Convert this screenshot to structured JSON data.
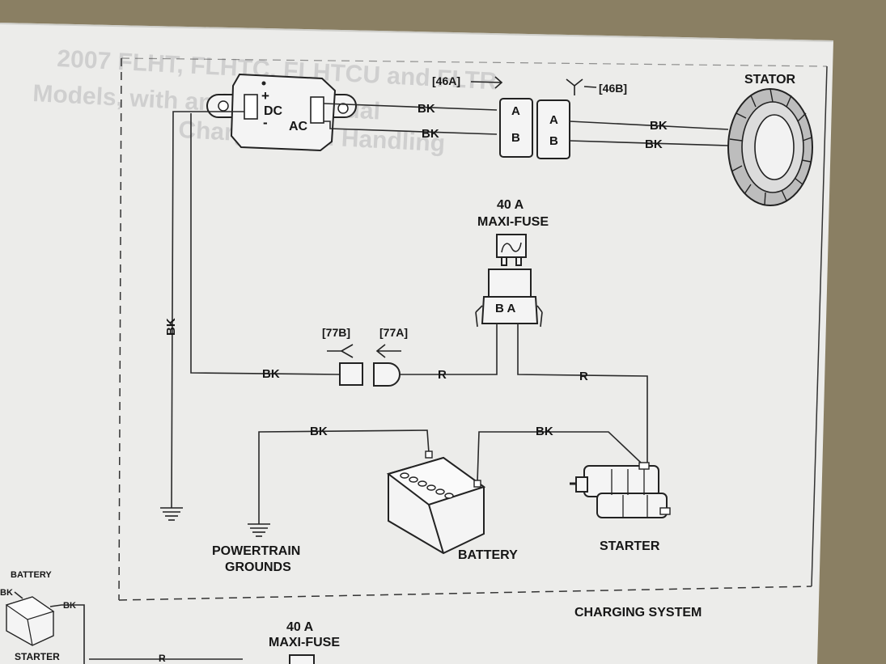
{
  "diagram": {
    "section_title": "CHARGING SYSTEM",
    "bleed_through_text": [
      "2007 FLHT, FLHTC, FLHTCU and FLTR",
      "Models, with and without Dual",
      "Charging and Handling"
    ],
    "components": {
      "stator": "STATOR",
      "regulator_dc": "DC",
      "regulator_ac": "AC",
      "regulator_plus": "+",
      "regulator_minus": "-",
      "maxi_fuse": [
        "40 A",
        "MAXI-FUSE"
      ],
      "battery": "BATTERY",
      "starter": "STARTER",
      "powertrain_grounds": [
        "POWERTRAIN",
        "GROUNDS"
      ]
    },
    "connectors": {
      "c46a": "[46A]",
      "c46b": "[46B]",
      "c77a": "[77A]",
      "c77b": "[77B]",
      "pin_a": "A",
      "pin_b": "B",
      "fuse_pins": "B A"
    },
    "wire_colors": {
      "bk": "BK",
      "r": "R"
    },
    "next_section": {
      "battery": "BATTERY",
      "starter": "STARTER",
      "bk": "BK",
      "r": "R",
      "maxi_fuse": [
        "40 A",
        "MAXI-FUSE"
      ]
    }
  },
  "colors": {
    "paper": "#efefef",
    "ink": "#1e1e1e",
    "background": "#8a7f63"
  }
}
